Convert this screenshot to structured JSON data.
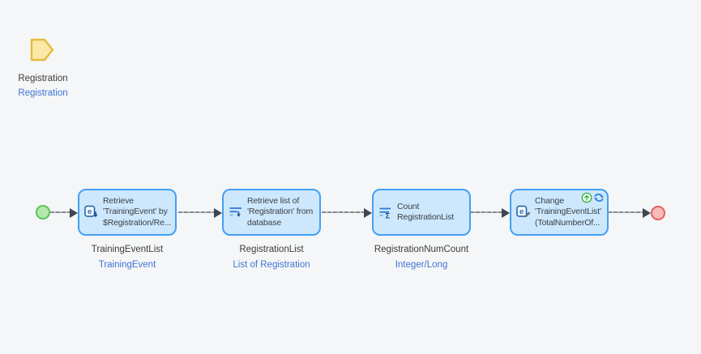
{
  "canvas": {
    "background": "#f5f6f7"
  },
  "colors": {
    "activity_fill": "#cde7fc",
    "activity_border": "#42a0f5",
    "activity_text": "#3a3f45",
    "variable_text": "#3b3b3b",
    "type_text": "#3f74d4",
    "start_fill": "#b4e8ae",
    "start_border": "#55c657",
    "end_fill": "#f9baba",
    "end_border": "#e2605f",
    "parameter_fill": "#fbe7a6",
    "parameter_border": "#e7ba3c",
    "connector_line": "#868c94",
    "connector_arrow": "#3f4650",
    "commit_badge": "#3cb54b",
    "refresh_badge": "#2b7de0"
  },
  "icons": {
    "entity_glyph": "e",
    "sum_glyph": "Σ"
  },
  "parameter": {
    "name": "Registration",
    "type": "Registration"
  },
  "flow": {
    "activities": [
      {
        "id": "retrieve-by-association",
        "caption_lines": [
          "Retrieve",
          "'TrainingEvent' by",
          "$Registration/Re..."
        ],
        "output_variable": "TrainingEventList",
        "output_type": "TrainingEvent"
      },
      {
        "id": "retrieve-from-database",
        "caption_lines": [
          "Retrieve list of",
          "'Registration' from",
          "database"
        ],
        "output_variable": "RegistrationList",
        "output_type": "List of Registration"
      },
      {
        "id": "count-list",
        "caption_lines": [
          "Count",
          "RegistrationList"
        ],
        "output_variable": "RegistrationNumCount",
        "output_type": "Integer/Long"
      },
      {
        "id": "change-object",
        "caption_lines": [
          "Change",
          "'TrainingEventList'",
          "(TotalNumberOf..."
        ],
        "badges": [
          "commit",
          "refresh-in-client"
        ]
      }
    ]
  }
}
